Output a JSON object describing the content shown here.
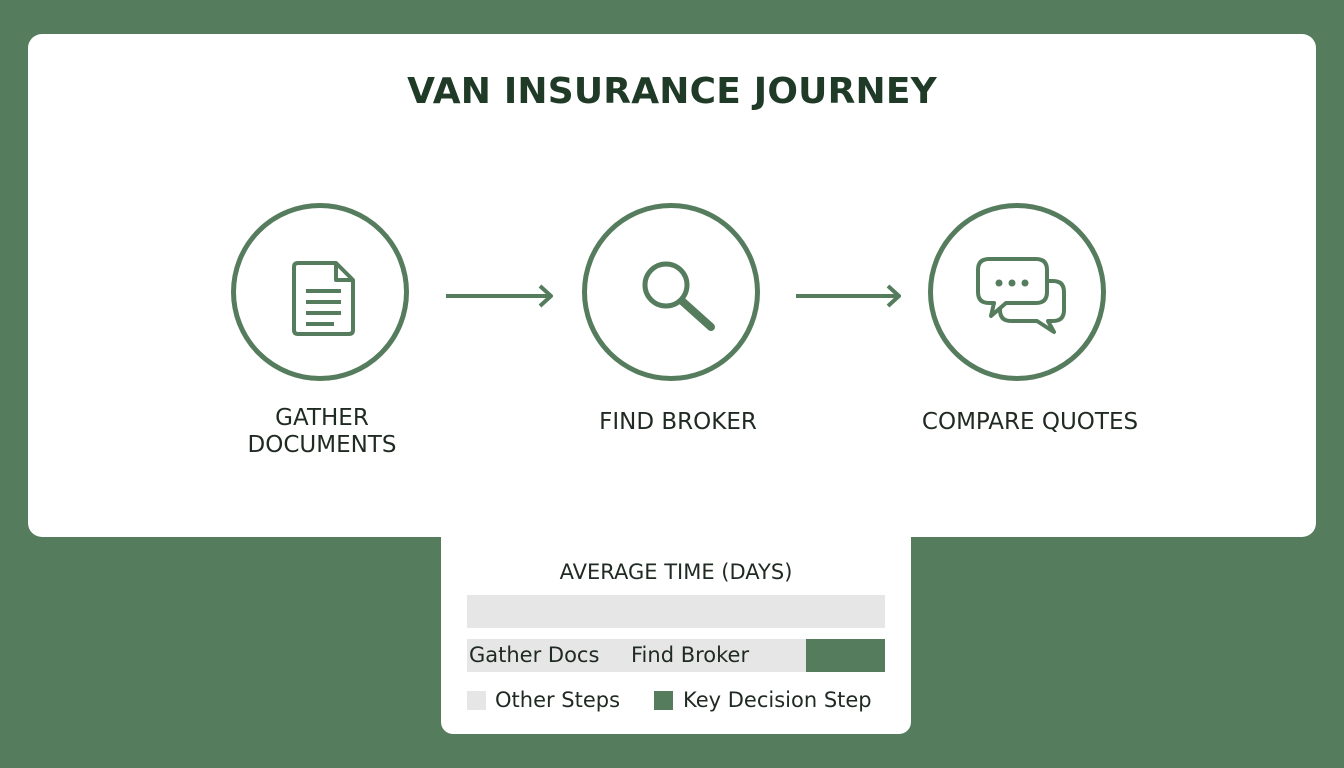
{
  "title": "VAN INSURANCE JOURNEY",
  "steps": [
    {
      "label": "GATHER\nDOCUMENTS",
      "icon": "document-icon"
    },
    {
      "label": "FIND BROKER",
      "icon": "magnifier-icon"
    },
    {
      "label": "COMPARE QUOTES",
      "icon": "chat-bubbles-icon"
    }
  ],
  "colors": {
    "accent": "#567c5e",
    "muted": "#e6e6e6"
  },
  "chart_data": {
    "type": "bar",
    "title": "AVERAGE TIME (DAYS)",
    "series": [
      {
        "name": "Gather Docs",
        "value": 0.81,
        "group": "Other Steps"
      },
      {
        "name": "Find Broker",
        "value": 0.0,
        "group": "Other Steps"
      },
      {
        "name": "",
        "value": 0.19,
        "group": "Key Decision Step"
      }
    ],
    "legend": [
      {
        "label": "Other Steps",
        "color": "#e6e6e6"
      },
      {
        "label": "Key Decision Step",
        "color": "#567c5e"
      }
    ],
    "legend_position": "bottom"
  }
}
